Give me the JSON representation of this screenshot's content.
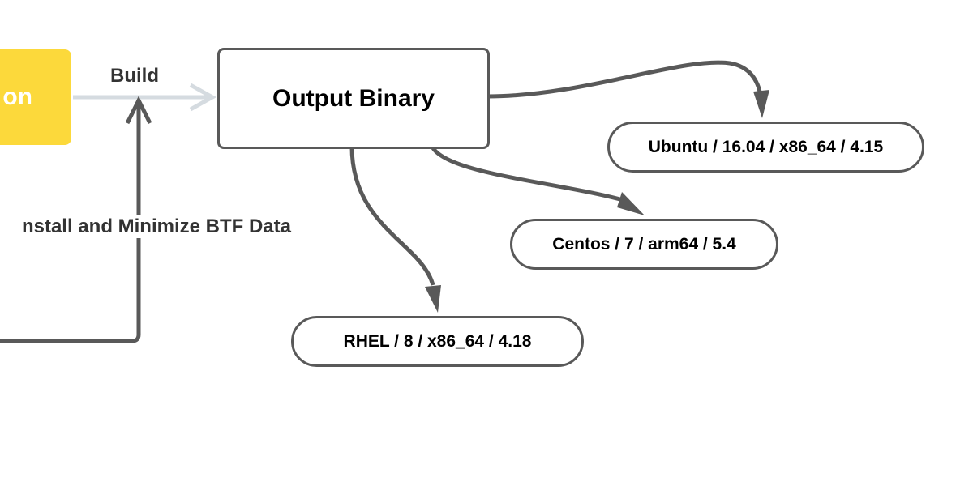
{
  "diagram": {
    "nodes": {
      "application": {
        "label": "on"
      },
      "output_binary": {
        "label": "Output Binary"
      },
      "ubuntu": {
        "label": "Ubuntu / 16.04 / x86_64 / 4.15"
      },
      "centos": {
        "label": "Centos / 7 / arm64 / 5.4"
      },
      "rhel": {
        "label": "RHEL / 8 / x86_64 / 4.18"
      }
    },
    "edges": {
      "build": {
        "label": "Build"
      },
      "install_minimize": {
        "label": "nstall and Minimize BTF Data"
      }
    }
  },
  "colors": {
    "accent_yellow": "#fcd93b",
    "connector_dark": "#595959",
    "connector_light": "#d5dbe0",
    "label_text": "#333333"
  }
}
